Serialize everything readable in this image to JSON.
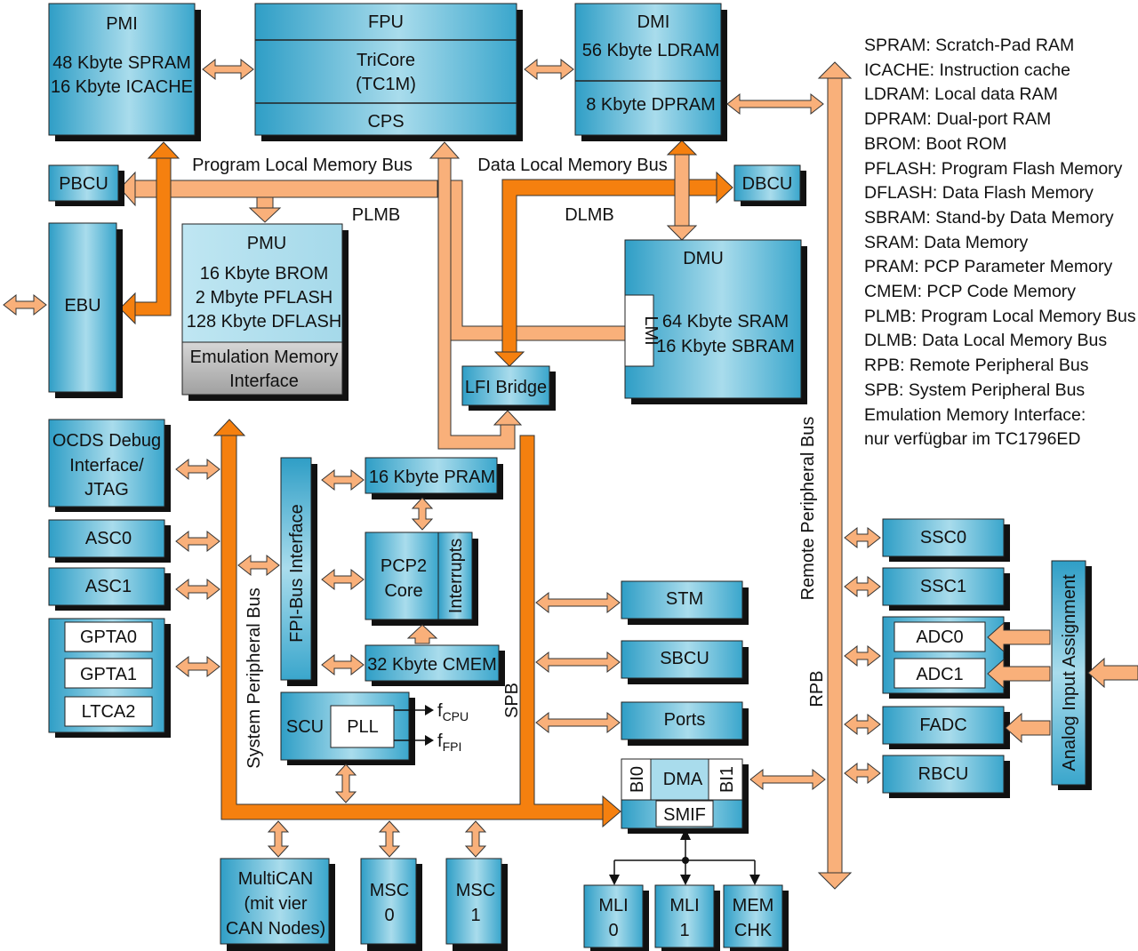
{
  "blocks": {
    "pmi": {
      "title": "PMI",
      "line1": "48 Kbyte SPRAM",
      "line2": "16 Kbyte ICACHE"
    },
    "cpu": {
      "fpu": "FPU",
      "core1": "TriCore",
      "core2": "(TC1M)",
      "cps": "CPS"
    },
    "dmi": {
      "title": "DMI",
      "ldram": "56 Kbyte LDRAM",
      "dpram": "8 Kbyte DPRAM"
    },
    "pbcu": "PBCU",
    "dbcu": "DBCU",
    "ebu": "EBU",
    "pmu": {
      "title": "PMU",
      "line1": "16 Kbyte BROM",
      "line2": "2 Mbyte PFLASH",
      "line3": "128 Kbyte DFLASH",
      "emu1": "Emulation Memory",
      "emu2": "Interface"
    },
    "dmu": {
      "title": "DMU",
      "line1": "64 Kbyte SRAM",
      "line2": "16 Kbyte SBRAM",
      "lmi": "LMI"
    },
    "lfi": "LFI Bridge",
    "ocds": {
      "line1": "OCDS Debug",
      "line2": "Interface/",
      "line3": "JTAG"
    },
    "asc0": "ASC0",
    "asc1": "ASC1",
    "gpta": [
      "GPTA0",
      "GPTA1",
      "LTCA2"
    ],
    "fpi_if": "FPI-Bus Interface",
    "pram": "16 Kbyte PRAM",
    "pcp": {
      "line1": "PCP2",
      "line2": "Core",
      "interrupts": "Interrupts"
    },
    "cmem": "32 Kbyte CMEM",
    "scu": {
      "title": "SCU",
      "pll": "PLL",
      "fcpu": "f",
      "fcpu_sub": "CPU",
      "ffpi": "f",
      "ffpi_sub": "FPI"
    },
    "stm": "STM",
    "sbcu": "SBCU",
    "ports": "Ports",
    "dma": {
      "title": "DMA",
      "bi0": "BI0",
      "bi1": "BI1",
      "smif": "SMIF"
    },
    "multican": {
      "line1": "MultiCAN",
      "line2": "(mit vier",
      "line3": "CAN Nodes)"
    },
    "msc0": {
      "line1": "MSC",
      "line2": "0"
    },
    "msc1": {
      "line1": "MSC",
      "line2": "1"
    },
    "mli0": {
      "line1": "MLI",
      "line2": "0"
    },
    "mli1": {
      "line1": "MLI",
      "line2": "1"
    },
    "memchk": {
      "line1": "MEM",
      "line2": "CHK"
    },
    "ssc0": "SSC0",
    "ssc1": "SSC1",
    "adc": [
      "ADC0",
      "ADC1"
    ],
    "fadc": "FADC",
    "rbcu": "RBCU",
    "analog": "Analog Input Assignment"
  },
  "bus_labels": {
    "plmb_long": "Program Local Memory Bus",
    "plmb": "PLMB",
    "dlmb_long": "Data Local Memory Bus",
    "dlmb": "DLMB",
    "spb_long": "System Peripheral Bus",
    "spb": "SPB",
    "rpb_long": "Remote Peripheral Bus",
    "rpb": "RPB"
  },
  "legend": [
    "SPRAM: Scratch-Pad RAM",
    "ICACHE: Instruction cache",
    "LDRAM: Local data RAM",
    "DPRAM: Dual-port RAM",
    "BROM: Boot ROM",
    "PFLASH: Program Flash Memory",
    "DFLASH: Data Flash Memory",
    "SBRAM: Stand-by Data Memory",
    "SRAM: Data Memory",
    "PRAM: PCP Parameter Memory",
    "CMEM: PCP Code Memory",
    "PLMB: Program Local Memory Bus",
    "DLMB: Data Local Memory Bus",
    "RPB: Remote Peripheral Bus",
    "SPB: System Peripheral Bus",
    "Emulation Memory Interface:",
    "nur verfügbar im TC1796ED"
  ],
  "colors": {
    "block_blue": "#3aa6cc",
    "block_light": "#b8e3f0",
    "bus_dark_orange": "#f5800f",
    "bus_light_orange": "#f9b07a",
    "emu_gray": "#b8b8b8"
  }
}
